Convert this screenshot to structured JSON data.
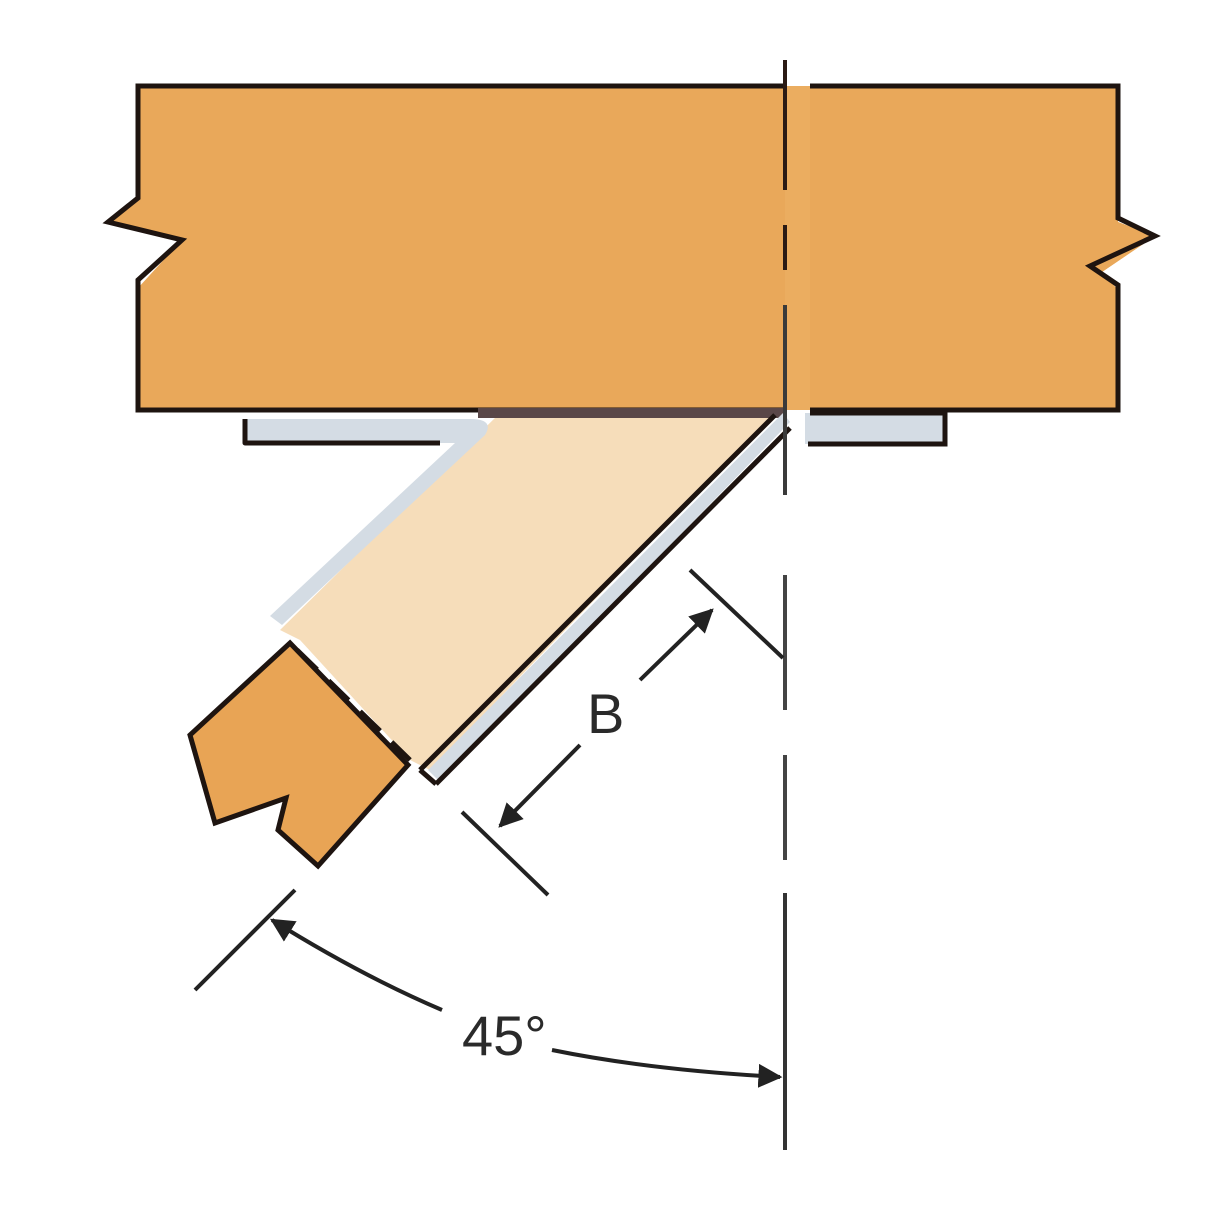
{
  "diagram": {
    "title": "Skewed joist hanger (45°) detail",
    "colors": {
      "header_beam": "#E9A85A",
      "joist_light": "#F6DDBA",
      "joist_end": "#E8A455",
      "steel": "#D4DCE4",
      "outline": "#1e1410",
      "dimension": "#222222",
      "background": "#FFFFFF"
    },
    "labels": {
      "dimension_b": "B",
      "angle": "45°"
    },
    "elements": [
      {
        "name": "header-beam",
        "description": "Horizontal wood header with break lines on both ends"
      },
      {
        "name": "skewed-joist",
        "description": "Joist entering at 45° skew"
      },
      {
        "name": "joist-hanger",
        "description": "Steel hanger with top flanges and skewed seat"
      },
      {
        "name": "centerline",
        "description": "Dashed vertical reference line"
      },
      {
        "name": "dimension-b",
        "description": "Dimension B along hanger seat"
      },
      {
        "name": "angle-dimension",
        "description": "45° skew angle arc"
      }
    ]
  }
}
